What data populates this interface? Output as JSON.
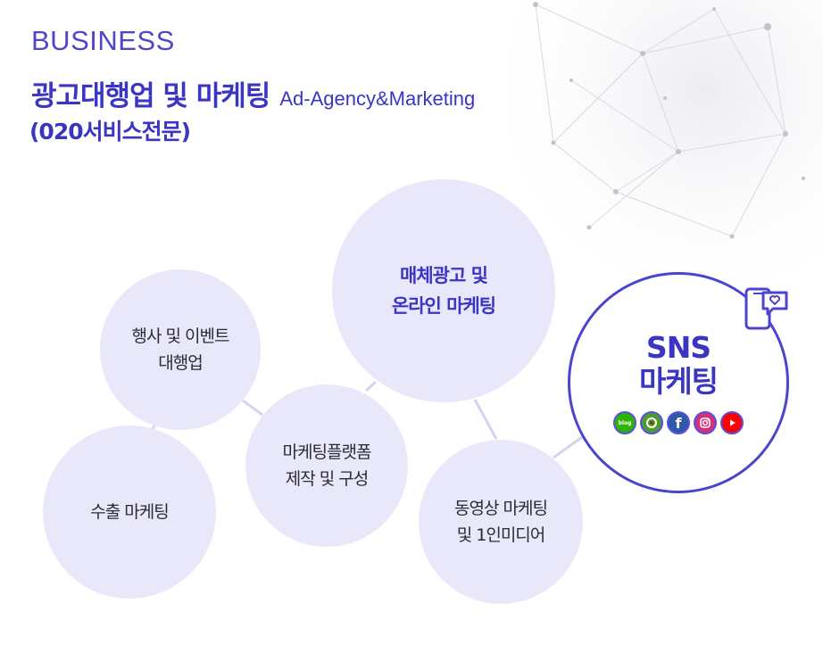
{
  "header": {
    "eyebrow": "BUSINESS",
    "title": "광고대행업 및 마케팅",
    "title_en": "Ad-Agency&Marketing",
    "subtitle": "(020서비스전문)"
  },
  "bubbles": {
    "event": [
      "행사 및 이벤트",
      "대행업"
    ],
    "export": [
      "수출 마케팅"
    ],
    "platform": [
      "마케팅플랫폼",
      "제작 및 구성"
    ],
    "media": [
      "매체광고 및",
      "온라인 마케팅"
    ],
    "video": [
      "동영상 마케팅",
      "및 1인미디어"
    ]
  },
  "sns": {
    "title_1": "SNS",
    "title_2": "마케팅",
    "icons": [
      "blog-icon",
      "kakao-story-icon",
      "facebook-icon",
      "instagram-icon",
      "youtube-icon"
    ],
    "icon_labels": {
      "blog": "blog",
      "facebook": "f"
    }
  },
  "colors": {
    "brand": "#3b35c4",
    "bubble_fill": "#e9e8fa",
    "connector": "#d4d3ee",
    "blog": "#2db400",
    "kakao_story": "#4e9b2f",
    "facebook": "#2e59a8",
    "instagram": "#d6307a",
    "youtube": "#ff0000"
  }
}
